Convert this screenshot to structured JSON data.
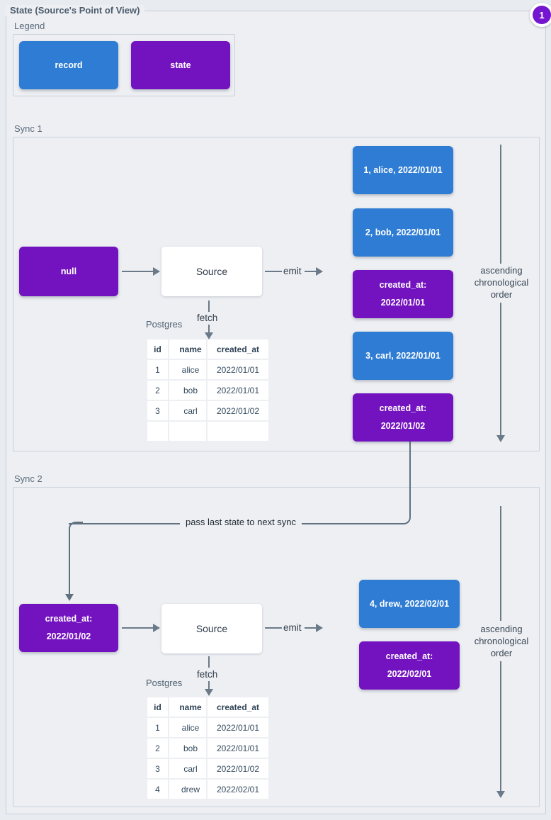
{
  "title": "State (Source's Point of View)",
  "badge": "1",
  "colors": {
    "record": "#2e7cd4",
    "state": "#7312bf",
    "badge": "#7416cf",
    "line": "#6b7a89"
  },
  "legend": {
    "label": "Legend",
    "record_label": "record",
    "state_label": "state"
  },
  "connector": "pass last state to next sync",
  "syncs": [
    {
      "label": "Sync 1",
      "input_state": "null",
      "source": "Source",
      "emit": "emit",
      "fetch": "fetch",
      "db": "Postgres",
      "order": "ascending\nchronological\norder",
      "table": {
        "headers": [
          "id",
          "name",
          "created_at"
        ],
        "rows": [
          [
            "1",
            "alice",
            "2022/01/01"
          ],
          [
            "2",
            "bob",
            "2022/01/01"
          ],
          [
            "3",
            "carl",
            "2022/01/02"
          ],
          [
            "",
            "",
            ""
          ]
        ]
      },
      "emitted": [
        {
          "type": "record",
          "text": "1, alice, 2022/01/01"
        },
        {
          "type": "record",
          "text": "2, bob, 2022/01/01"
        },
        {
          "type": "state",
          "text": "created_at:\n2022/01/01"
        },
        {
          "type": "record",
          "text": "3, carl, 2022/01/01"
        },
        {
          "type": "state",
          "text": "created_at:\n2022/01/02"
        }
      ]
    },
    {
      "label": "Sync 2",
      "input_state": "created_at:\n2022/01/02",
      "source": "Source",
      "emit": "emit",
      "fetch": "fetch",
      "db": "Postgres",
      "order": "ascending\nchronological\norder",
      "table": {
        "headers": [
          "id",
          "name",
          "created_at"
        ],
        "rows": [
          [
            "1",
            "alice",
            "2022/01/01"
          ],
          [
            "2",
            "bob",
            "2022/01/01"
          ],
          [
            "3",
            "carl",
            "2022/01/02"
          ],
          [
            "4",
            "drew",
            "2022/02/01"
          ]
        ]
      },
      "emitted": [
        {
          "type": "record",
          "text": "4, drew, 2022/02/01"
        },
        {
          "type": "state",
          "text": "created_at:\n2022/02/01"
        }
      ]
    }
  ]
}
